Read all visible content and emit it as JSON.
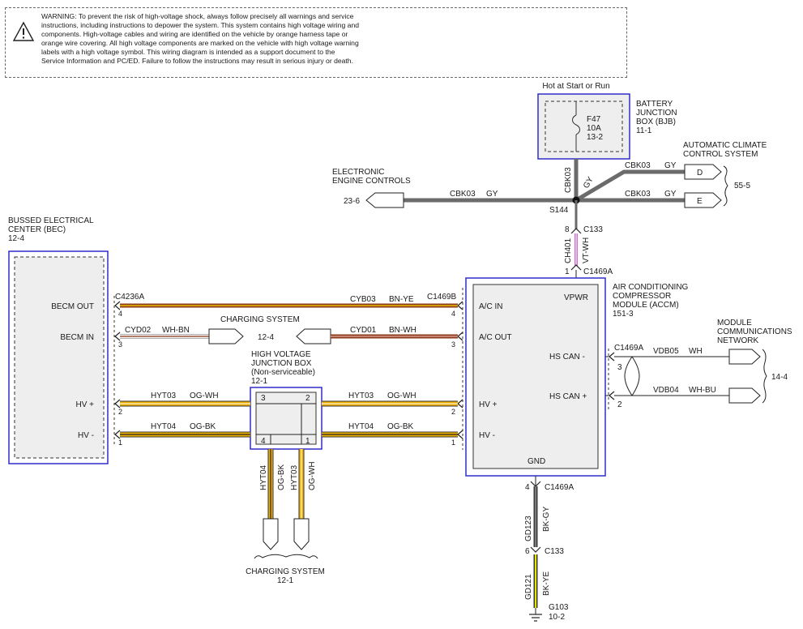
{
  "warning": {
    "lines": [
      "WARNING: To prevent the risk of high-voltage shock, always follow precisely all warnings and service",
      "instructions, including instructions to depower the system. This system contains high voltage wiring and",
      "components. High-voltage cables and wiring are identified on the vehicle by orange harness tape or",
      "orange wire covering. All high voltage components are marked on the vehicle with high voltage warning",
      "labels with a high voltage symbol. This wiring diagram is intended as a support document to the",
      "Service Information and PC/ED. Failure to follow the instructions may result in serious injury or death."
    ]
  },
  "bjb": {
    "header": "Hot at Start or Run",
    "name": [
      "BATTERY",
      "JUNCTION",
      "BOX (BJB)"
    ],
    "ref": "11-1",
    "fuse": {
      "id": "F47",
      "rating": "10A",
      "ref": "13-2"
    }
  },
  "eec": {
    "name": [
      "ELECTRONIC",
      "ENGINE CONTROLS"
    ],
    "ref": "23-6"
  },
  "accs": {
    "name": [
      "AUTOMATIC CLIMATE",
      "CONTROL SYSTEM"
    ],
    "ref": "55-5",
    "pins": [
      "D",
      "E"
    ]
  },
  "splice": {
    "id": "S144"
  },
  "bec": {
    "name": [
      "BUSSED ELECTRICAL",
      "CENTER (BEC)"
    ],
    "ref": "12-4",
    "connector": "C4236A",
    "pins": [
      {
        "label": "BECM OUT",
        "num": "4"
      },
      {
        "label": "BECM IN",
        "num": "3"
      },
      {
        "label": "HV +",
        "num": "2"
      },
      {
        "label": "HV -",
        "num": "1"
      }
    ]
  },
  "charging_top": {
    "name": "CHARGING SYSTEM",
    "ref": "12-4"
  },
  "hvjb": {
    "name": [
      "HIGH VOLTAGE",
      "JUNCTION BOX",
      "(Non-serviceable)"
    ],
    "ref": "12-1",
    "pins": [
      "3",
      "2",
      "4",
      "1"
    ]
  },
  "charging_bottom": {
    "name": "CHARGING SYSTEM",
    "ref": "12-1"
  },
  "accm": {
    "name": [
      "AIR CONDITIONING",
      "COMPRESSOR",
      "MODULE (ACCM)"
    ],
    "ref": "151-3",
    "pins": [
      "VPWR",
      "A/C IN",
      "A/C OUT",
      "HS CAN -",
      "HS CAN +",
      "HV +",
      "HV -",
      "GND"
    ],
    "connectors": {
      "left": "C1469B",
      "top": "C1469A",
      "right": "C1469A",
      "bottom": "C1469A"
    }
  },
  "network": {
    "name": [
      "MODULE",
      "COMMUNICATIONS",
      "NETWORK"
    ],
    "ref": "14-4"
  },
  "ground": {
    "id": "G103",
    "ref": "10-2"
  },
  "connectors": {
    "c133": "C133"
  },
  "wires": {
    "cbk03_vertical": {
      "circuit": "CBK03",
      "color": "GY"
    },
    "cbk03_eec": {
      "circuit": "CBK03",
      "color": "GY"
    },
    "cbk03_d": {
      "circuit": "CBK03",
      "color": "GY"
    },
    "cbk03_e": {
      "circuit": "CBK03",
      "color": "GY"
    },
    "cbk03_diag": {
      "color": "GY"
    },
    "ch401": {
      "circuit": "CH401",
      "color": "VT-WH"
    },
    "cyb03": {
      "circuit": "CYB03",
      "color": "BN-YE"
    },
    "cyd02": {
      "circuit": "CYD02",
      "color": "WH-BN"
    },
    "cyd01": {
      "circuit": "CYD01",
      "color": "BN-WH"
    },
    "hyt03": {
      "circuit": "HYT03",
      "color": "OG-WH"
    },
    "hyt04": {
      "circuit": "HYT04",
      "color": "OG-BK"
    },
    "vdb05": {
      "circuit": "VDB05",
      "color": "WH"
    },
    "vdb04": {
      "circuit": "VDB04",
      "color": "WH-BU"
    },
    "gd123": {
      "circuit": "GD123",
      "color": "BK-GY"
    },
    "gd121": {
      "circuit": "GD121",
      "color": "BK-YE"
    }
  },
  "pin_numbers": {
    "c133_top": "8",
    "c1469a_top": "1",
    "c1469b_4": "4",
    "c1469b_3": "3",
    "c1469b_2": "2",
    "c1469b_1": "1",
    "can_3": "3",
    "can_2": "2",
    "gnd_4": "4",
    "c133_bottom": "6"
  },
  "palette": {
    "border_blue": "#2e2ec8",
    "gray_wire": "#6b6b6b",
    "orange": "#e8a000",
    "brown": "#8b3a1a",
    "violet": "#d070d0",
    "yellow": "#e6e600",
    "box_fill": "#eeeeee"
  }
}
